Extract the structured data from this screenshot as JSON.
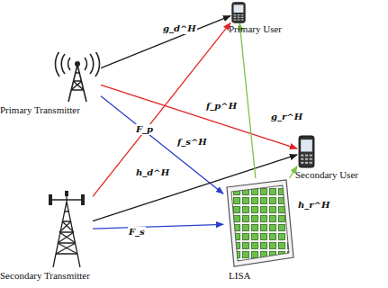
{
  "diagram": {
    "nodes": [
      {
        "text": [
          "Primary User"
        ]
      },
      {
        "text": [
          "Primary Transmitter"
        ]
      },
      {
        "text": [
          "Secondary User"
        ]
      },
      {
        "text": [
          "Secondary Transmitter"
        ]
      },
      {
        "text": [
          "LISA"
        ]
      }
    ],
    "edges": [
      {
        "from": 1,
        "to": 0,
        "arrow": "to",
        "label": "g_d^H"
      },
      {
        "from": 1,
        "to": 2,
        "arrow": "to",
        "label": "f_p^H"
      },
      {
        "from": 1,
        "to": 4,
        "arrow": "to",
        "label": "F_p"
      },
      {
        "from": 3,
        "to": 0,
        "arrow": "to",
        "label": "f_s^H"
      },
      {
        "from": 3,
        "to": 2,
        "arrow": "to",
        "label": "h_d^H"
      },
      {
        "from": 3,
        "to": 4,
        "arrow": "to",
        "label": "F_s"
      },
      {
        "from": 4,
        "to": 0,
        "arrow": "to",
        "label": "g_r^H"
      },
      {
        "from": 4,
        "to": 2,
        "arrow": "to",
        "label": "h_r^H"
      }
    ]
  }
}
